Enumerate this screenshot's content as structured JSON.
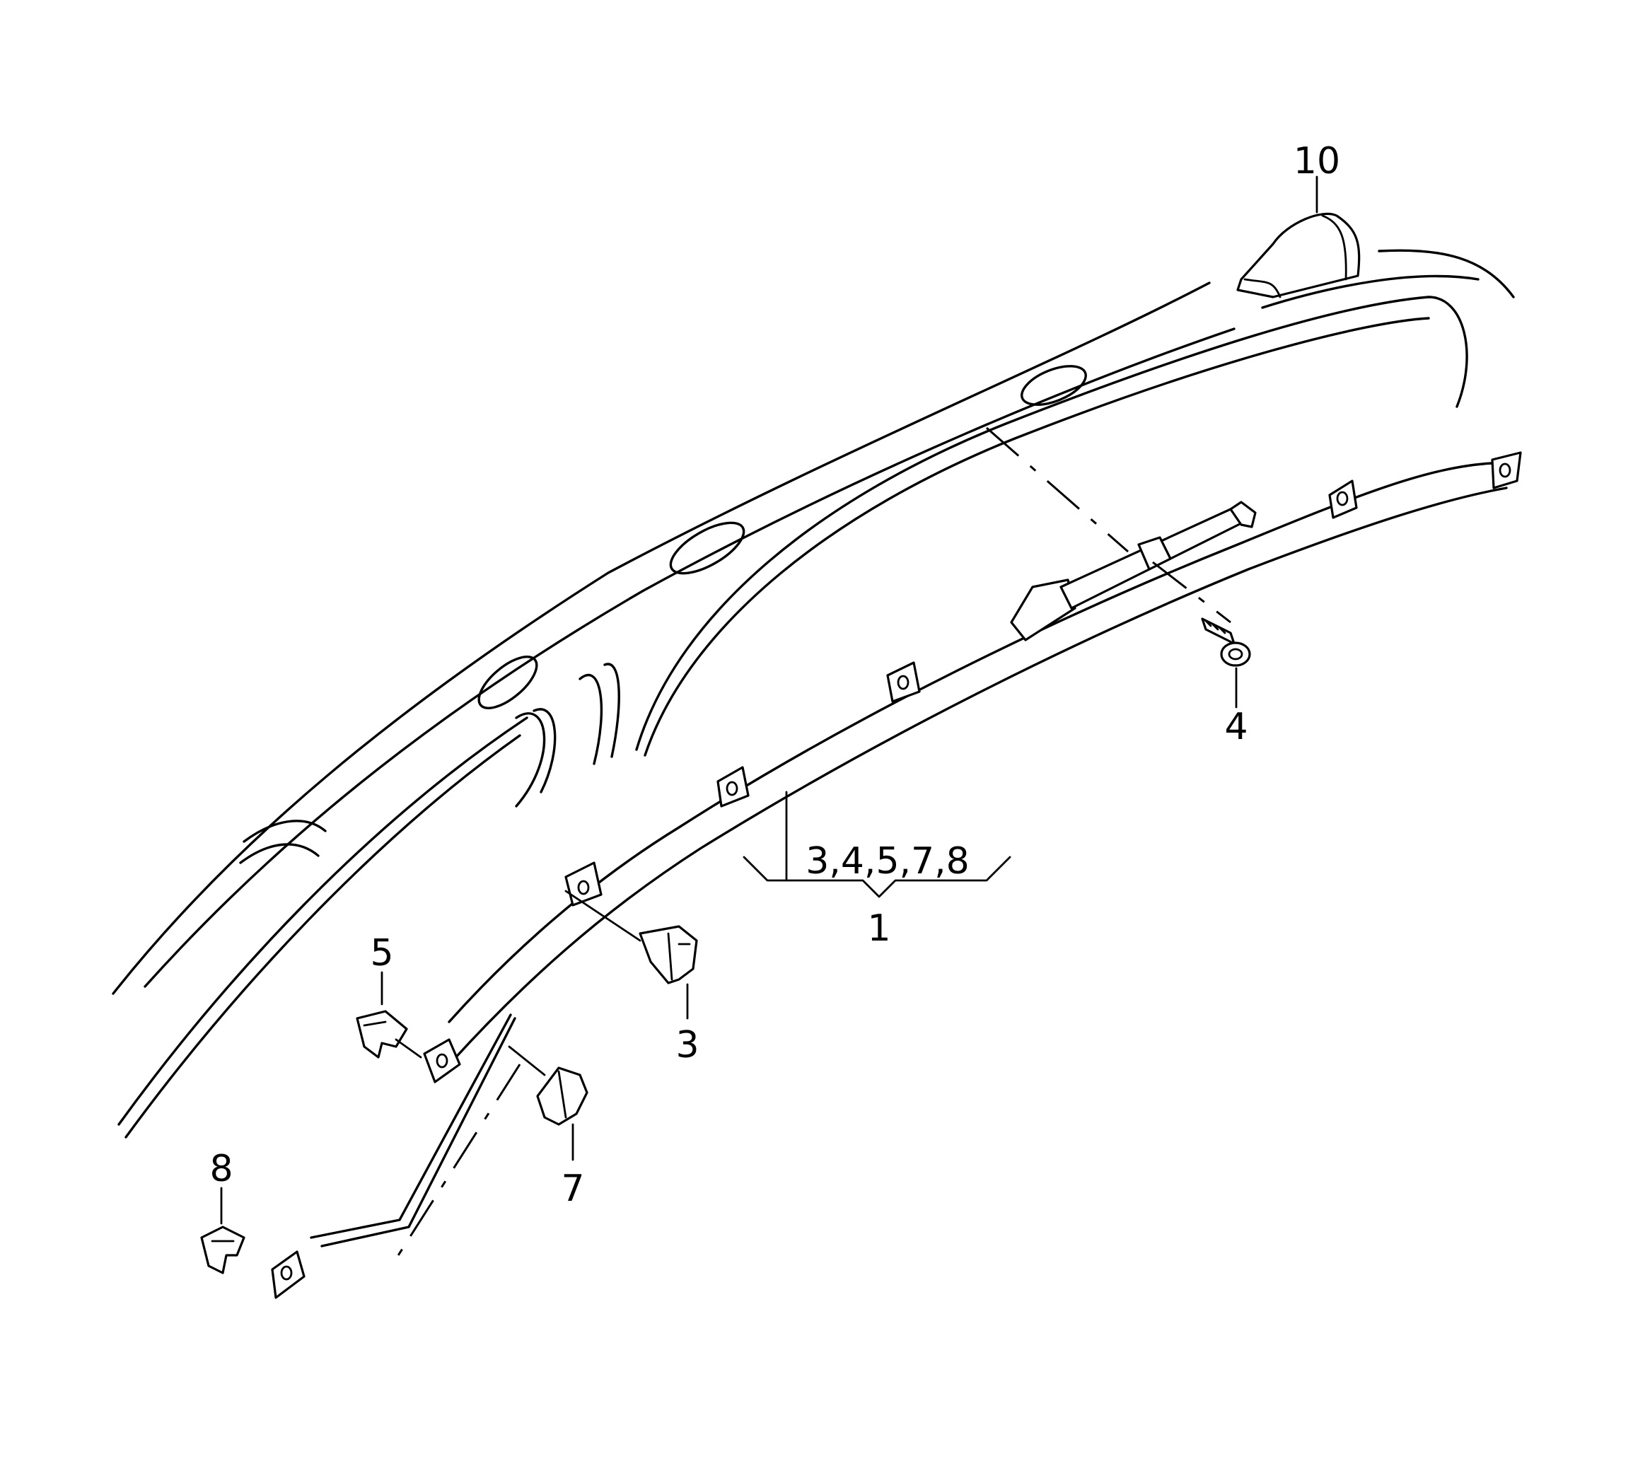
{
  "callouts": {
    "c1": "1",
    "c3": "3",
    "c4": "4",
    "c5": "5",
    "c7": "7",
    "c8": "8",
    "c10": "10",
    "group": "3,4,5,7,8"
  },
  "colors": {
    "line": "#000000",
    "background": "#ffffff"
  }
}
